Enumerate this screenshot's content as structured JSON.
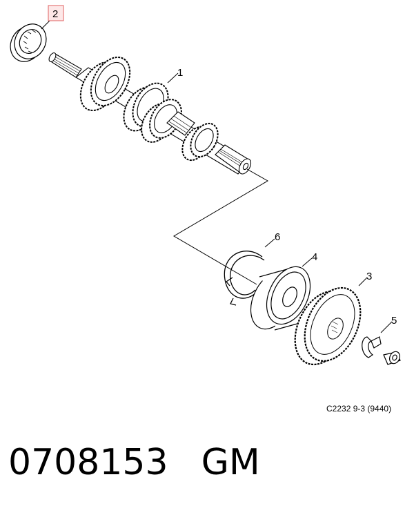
{
  "diagram": {
    "callouts": {
      "c1": "1",
      "c2": "2",
      "c3": "3",
      "c4": "4",
      "c5": "5",
      "c6": "6"
    },
    "highlight_color": "#e06060",
    "caption": "C2232 9-3 (9440)"
  },
  "footer": {
    "part_number": "0708153",
    "brand": "GM"
  }
}
